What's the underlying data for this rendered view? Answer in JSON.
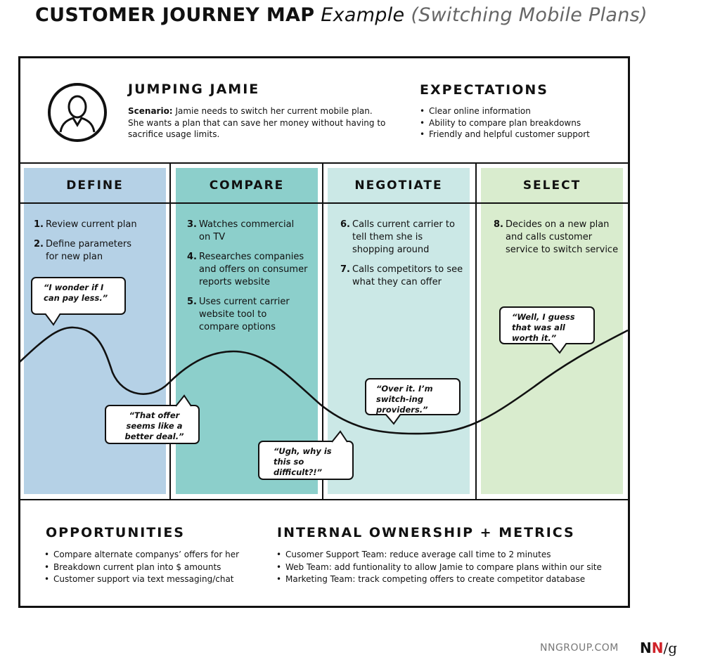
{
  "header": {
    "title_bold": "CUSTOMER JOURNEY MAP",
    "title_italic": "Example",
    "title_sub": "(Switching Mobile Plans)"
  },
  "persona": {
    "name": "JUMPING JAMIE",
    "scenario_label": "Scenario:",
    "scenario_text": "Jamie needs to switch her current mobile plan. She wants a plan that can save her money without having to sacrifice usage limits."
  },
  "expectations": {
    "title": "EXPECTATIONS",
    "items": [
      "Clear online information",
      "Ability to compare plan breakdowns",
      "Friendly and helpful customer support"
    ]
  },
  "phases": [
    {
      "label": "DEFINE",
      "color": "#b5d1e6",
      "steps": [
        {
          "num": "1.",
          "text": "Review current plan"
        },
        {
          "num": "2.",
          "text": "Define parameters for new plan"
        }
      ]
    },
    {
      "label": "COMPARE",
      "color": "#8ccfcb",
      "steps": [
        {
          "num": "3.",
          "text": "Watches commercial on TV"
        },
        {
          "num": "4.",
          "text": "Researches companies and offers on consumer reports website"
        },
        {
          "num": "5.",
          "text": "Uses current carrier website tool to compare options"
        }
      ]
    },
    {
      "label": "NEGOTIATE",
      "color": "#cbe8e6",
      "steps": [
        {
          "num": "6.",
          "text": "Calls current carrier to tell them she is shopping around"
        },
        {
          "num": "7.",
          "text": "Calls competitors to see what they can offer"
        }
      ]
    },
    {
      "label": "SELECT",
      "color": "#d9ecce",
      "steps": [
        {
          "num": "8.",
          "text": "Decides on a new plan and calls customer service to switch service"
        }
      ]
    }
  ],
  "quotes": [
    "“I wonder if I can pay less.”",
    "“That offer seems like a better deal.”",
    "“Ugh, why is this so difficult?!”",
    "“Over it. I’m switch-ing providers.”",
    "“Well, I guess that was all worth it.”"
  ],
  "opportunities": {
    "title": "OPPORTUNITIES",
    "items": [
      "Compare alternate companys’ offers for her",
      "Breakdown current plan into $ amounts",
      "Customer support via text messaging/chat"
    ]
  },
  "ownership": {
    "title": "INTERNAL OWNERSHIP + METRICS",
    "items": [
      "Cusomer Support Team: reduce average call time to 2 minutes",
      "Web Team: add funtionality to allow Jamie to compare plans within our site",
      "Marketing Team: track competing offers to create competitor database"
    ]
  },
  "footer": {
    "site": "NNGROUP.COM",
    "logo_a": "N",
    "logo_b": "N",
    "logo_c": "/g"
  }
}
